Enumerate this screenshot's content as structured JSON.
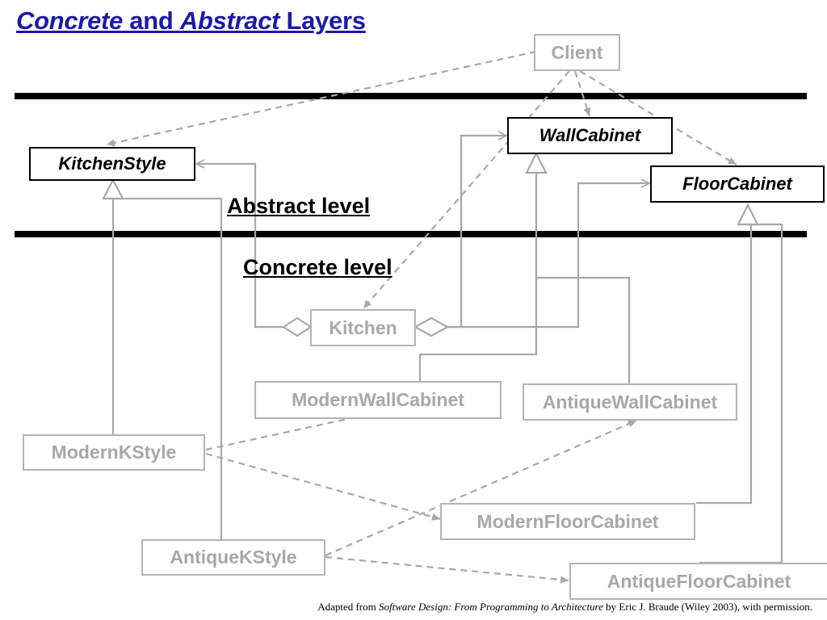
{
  "title": {
    "part1": "Concrete",
    "part2": " and ",
    "part3": "Abstract",
    "part4": " Layers"
  },
  "levels": {
    "abstract": "Abstract level",
    "concrete": "Concrete level"
  },
  "classes": {
    "client": "Client",
    "kitchen_style": "KitchenStyle",
    "wall_cabinet": "WallCabinet",
    "floor_cabinet": "FloorCabinet",
    "kitchen": "Kitchen",
    "modern_wall_cabinet": "ModernWallCabinet",
    "antique_wall_cabinet": "AntiqueWallCabinet",
    "modern_k_style": "ModernKStyle",
    "modern_floor_cabinet": "ModernFloorCabinet",
    "antique_k_style": "AntiqueKStyle",
    "antique_floor_cabinet": "AntiqueFloorCabinet"
  },
  "credit": {
    "prefix": "Adapted from ",
    "book": "Software Design: From Programming to Architecture",
    "suffix": " by Eric J. Braude (Wiley 2003), with permission."
  },
  "colors": {
    "title": "#1a1aa8",
    "abstract_border": "#000000",
    "concrete_border": "#b4b4b4",
    "connector": "#a8a8a8"
  }
}
